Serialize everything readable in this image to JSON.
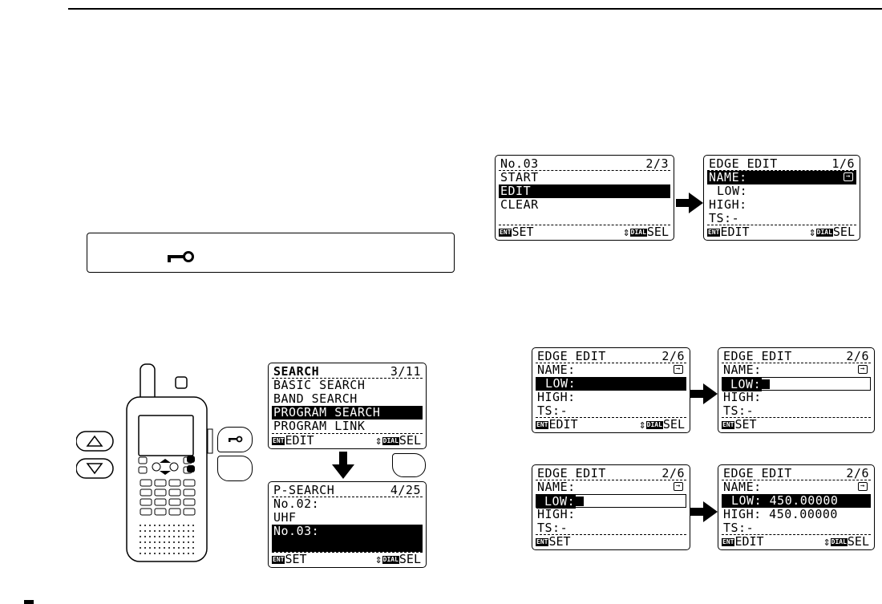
{
  "screens": {
    "search": {
      "title": "SEARCH",
      "page": "3/11",
      "items": [
        "BASIC SEARCH",
        "BAND SEARCH",
        "PROGRAM SEARCH",
        "PROGRAM LINK"
      ],
      "foot_left": "EDIT",
      "foot_right": "SEL"
    },
    "psearch": {
      "title": "P-SEARCH",
      "page": "4/25",
      "items": [
        "No.02:",
        "UHF",
        "No.03:"
      ],
      "foot_left": "SET",
      "foot_right": "SEL"
    },
    "no03": {
      "title": "No.03",
      "page": "2/3",
      "items": [
        "START",
        "EDIT",
        "CLEAR"
      ],
      "foot_left": "SET",
      "foot_right": "SEL"
    },
    "edge1": {
      "title": "EDGE EDIT",
      "page": "1/6",
      "items": [
        "NAME:",
        "LOW:",
        "HIGH:",
        "TS:-"
      ],
      "foot_left": "EDIT",
      "foot_right": "SEL"
    },
    "edge2": {
      "title": "EDGE EDIT",
      "page": "2/6",
      "items": [
        "NAME:",
        "LOW:",
        "HIGH:",
        "TS:-"
      ],
      "foot_left": "EDIT",
      "foot_right": "SEL"
    },
    "edge3": {
      "title": "EDGE EDIT",
      "page": "2/6",
      "items": [
        "NAME:",
        "LOW:",
        "HIGH:",
        "TS:-"
      ],
      "foot_left": "SET"
    },
    "edge4": {
      "title": "EDGE EDIT",
      "page": "2/6",
      "items": [
        "NAME:",
        "LOW:",
        "HIGH:",
        "TS:-"
      ],
      "foot_left": "SET"
    },
    "edge5": {
      "title": "EDGE EDIT",
      "page": "2/6",
      "items": [
        "NAME:",
        "LOW: 450.00000",
        "HIGH: 450.00000",
        "TS:-"
      ],
      "foot_left": "EDIT",
      "foot_right": "SEL"
    }
  },
  "chips": {
    "ent": "ENT",
    "dial": "DIAL"
  },
  "colors": {
    "ink": "#000000",
    "paper": "#ffffff"
  }
}
